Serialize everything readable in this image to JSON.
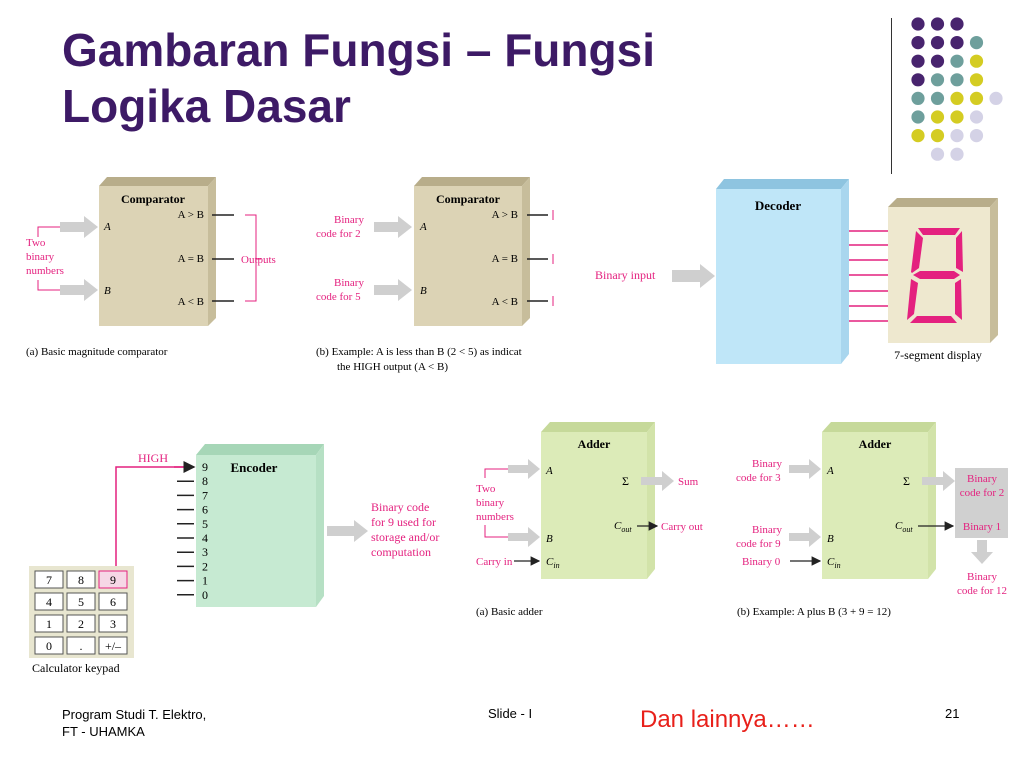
{
  "slide": {
    "title_line1": "Gambaran Fungsi – Fungsi",
    "title_line2": "Logika Dasar",
    "footer_left_line1": "Program Studi T. Elektro,",
    "footer_left_line2": "FT - UHAMKA",
    "footer_center": "Slide - I",
    "page_number": "21",
    "note": "Dan lainnya……"
  },
  "colors": {
    "title": "#3d1a66",
    "accent_pink": "#e4217f",
    "note_red": "#e8201a",
    "comparator_fill": "#dcd3b5",
    "decoder_fill": "#bfe6f8",
    "encoder_fill": "#c6ead2",
    "adder_fill": "#dcebb8",
    "dot_purple": "#48246e",
    "dot_teal": "#6e9f9c",
    "dot_yellow": "#d4cc22",
    "dot_lavender": "#d4d2e6"
  },
  "comparator_a": {
    "block_label": "Comparator",
    "input_caption": [
      "Two",
      "binary",
      "numbers"
    ],
    "input_a": "A",
    "input_b": "B",
    "out_gt": "A > B",
    "out_eq": "A = B",
    "out_lt": "A < B",
    "outputs_label": "Outputs",
    "caption": "(a)  Basic magnitude comparator"
  },
  "comparator_b": {
    "block_label": "Comparator",
    "in_a_line1": "Binary",
    "in_a_line2": "code for 2",
    "in_b_line1": "Binary",
    "in_b_line2": "code for 5",
    "input_a": "A",
    "input_b": "B",
    "out_gt": "A > B",
    "out_eq": "A = B",
    "out_lt": "A < B",
    "caption_line1": "(b)  Example:  A is less than B (2 < 5) as indicat",
    "caption_line2": "the HIGH output (A < B)"
  },
  "decoder": {
    "block_label": "Decoder",
    "input_label": "Binary input",
    "display_label": "7-segment display"
  },
  "encoder": {
    "block_label": "Encoder",
    "high_label": "HIGH",
    "inputs": [
      "9",
      "8",
      "7",
      "6",
      "5",
      "4",
      "3",
      "2",
      "1",
      "0"
    ],
    "output_caption": [
      "Binary code",
      "for 9 used for",
      "storage and/or",
      "computation"
    ],
    "keypad_keys": [
      "7",
      "8",
      "9",
      "4",
      "5",
      "6",
      "1",
      "2",
      "3",
      "0",
      ".",
      "+/–"
    ],
    "keypad_label": "Calculator keypad"
  },
  "adder_a": {
    "block_label": "Adder",
    "input_caption": [
      "Two",
      "binary",
      "numbers"
    ],
    "input_a": "A",
    "input_b": "B",
    "input_cin": "C",
    "input_cin_sub": "in",
    "carry_in_label": "Carry in",
    "out_sum_symbol": "Σ",
    "out_cout": "C",
    "out_cout_sub": "out",
    "sum_label": "Sum",
    "carry_out_label": "Carry out",
    "caption": "(a)  Basic adder"
  },
  "adder_b": {
    "block_label": "Adder",
    "in_a_line1": "Binary",
    "in_a_line2": "code for 3",
    "in_b_line1": "Binary",
    "in_b_line2": "code for 9",
    "binary0_label": "Binary 0",
    "input_a": "A",
    "input_b": "B",
    "input_cin": "C",
    "input_cin_sub": "in",
    "out_sum_symbol": "Σ",
    "out_cout": "C",
    "out_cout_sub": "out",
    "result_sum_line1": "Binary",
    "result_sum_line2": "code for 2",
    "result_carry": "Binary 1",
    "result_total_line1": "Binary",
    "result_total_line2": "code for 12",
    "caption": "(b)  Example:  A plus B (3 + 9 = 12)"
  }
}
